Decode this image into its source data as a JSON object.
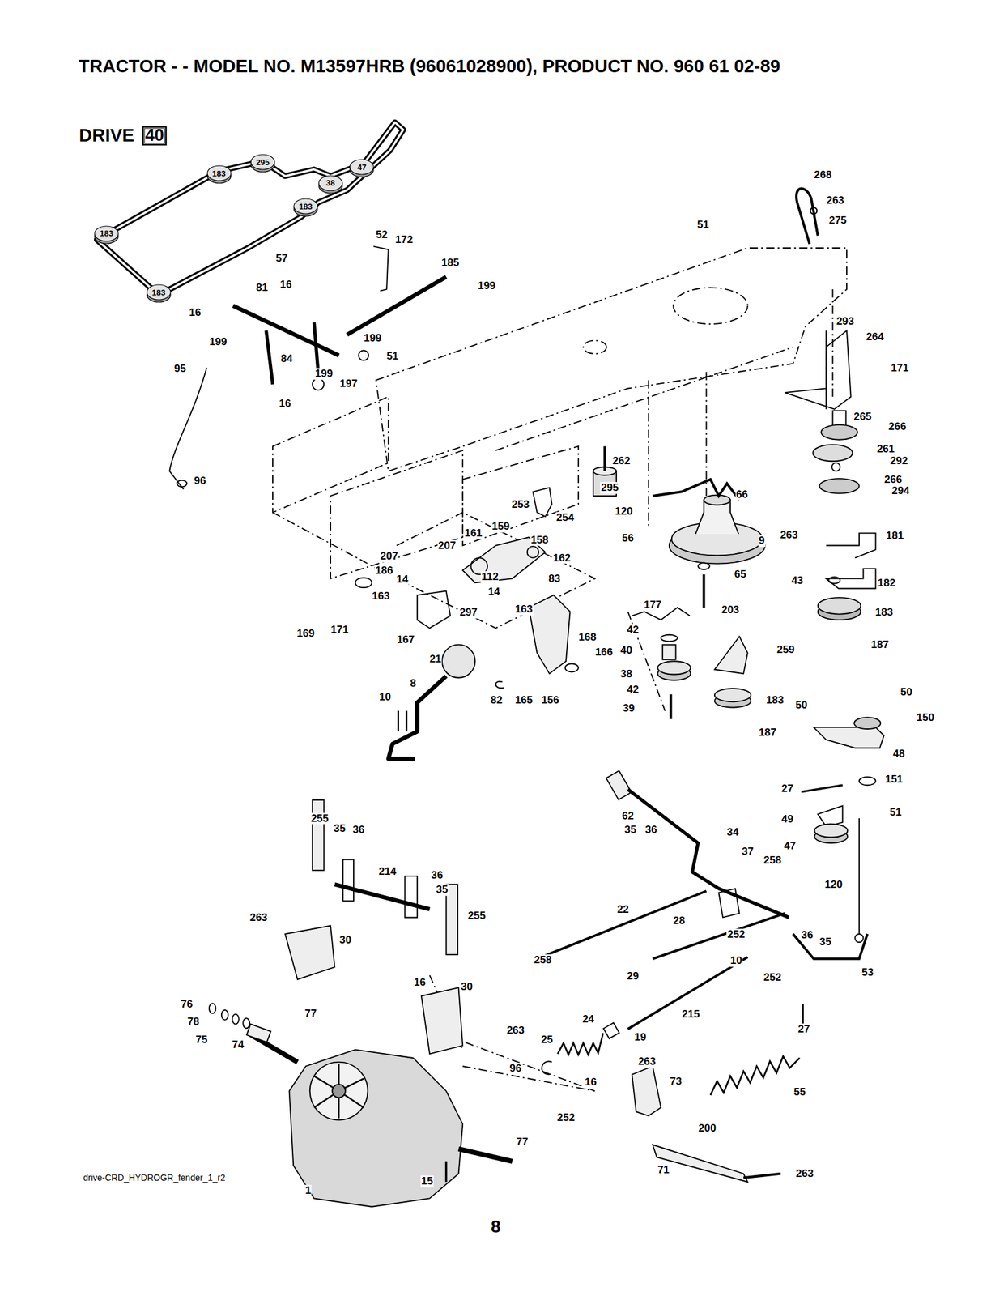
{
  "diagram": {
    "title": "TRACTOR - - MODEL NO. M13597HRB (96061028900), PRODUCT NO. 960 61 02-89",
    "nodes": [
      {
        "text": [
          "40"
        ]
      },
      {
        "text": [
          "183"
        ]
      },
      {
        "text": [
          "183"
        ]
      },
      {
        "text": [
          "183"
        ]
      },
      {
        "text": [
          "295"
        ]
      },
      {
        "text": [
          "183"
        ]
      },
      {
        "text": [
          "38"
        ]
      },
      {
        "text": [
          "47"
        ]
      }
    ],
    "labels": [
      "DRIVE",
      "57",
      "52",
      "172",
      "185",
      "199",
      "81",
      "16",
      "16",
      "199",
      "199",
      "51",
      "84",
      "199",
      "197",
      "16",
      "95",
      "96",
      "51",
      "268",
      "263",
      "275",
      "293",
      "264",
      "171",
      "265",
      "266",
      "261",
      "292",
      "266",
      "294",
      "262",
      "295",
      "120",
      "66",
      "56",
      "9",
      "263",
      "181",
      "65",
      "43",
      "182",
      "203",
      "183",
      "187",
      "177",
      "42",
      "40",
      "38",
      "42",
      "39",
      "259",
      "183",
      "187",
      "253",
      "254",
      "161",
      "159",
      "158",
      "162",
      "207",
      "207",
      "186",
      "14",
      "112",
      "14",
      "83",
      "163",
      "163",
      "167",
      "297",
      "169",
      "171",
      "168",
      "166",
      "21",
      "8",
      "10",
      "82",
      "165",
      "156",
      "50",
      "50",
      "150",
      "48",
      "27",
      "151",
      "49",
      "51",
      "47",
      "120",
      "62",
      "35",
      "36",
      "34",
      "37",
      "258",
      "22",
      "28",
      "36",
      "35",
      "252",
      "10",
      "252",
      "53",
      "27",
      "258",
      "29",
      "215",
      "19",
      "24",
      "25",
      "96",
      "252",
      "263",
      "73",
      "16",
      "55",
      "200",
      "71",
      "263",
      "255",
      "35",
      "36",
      "214",
      "36",
      "35",
      "255",
      "263",
      "30",
      "16",
      "30",
      "263",
      "76",
      "78",
      "75",
      "77",
      "74",
      "77",
      "1",
      "15",
      "drive-CRD_HYDROGR_fender_1_r2",
      "8"
    ]
  }
}
